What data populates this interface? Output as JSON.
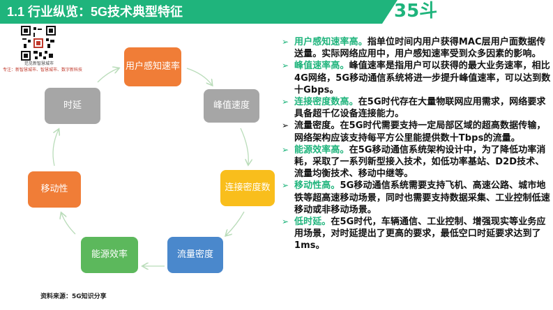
{
  "header": {
    "title": "1.1 行业纵览：5G技术典型特征",
    "logo_text": "35斗",
    "color": "#1fb47c"
  },
  "qr": {
    "caption": "范见新智慧城市",
    "tagline": "专注：新智慧城市、智慧城市、数字新科技"
  },
  "cycle": {
    "user_rate": "用户感知速率",
    "peak_rate": "峰值速度",
    "conn_density": "连接密度数",
    "flow_density": "流量密度",
    "energy": "能源效率",
    "mobility": "移动性",
    "latency": "时延"
  },
  "source": "资料来源：5G知识分享",
  "features": [
    {
      "title": "用户感知速率高。",
      "text": "指单位时间内用户获得MAC层用户面数据传送量。实际网络应用中，用户感知速率受到众多因素的影响。",
      "highlight": true
    },
    {
      "title": "峰值速率高。",
      "text": "峰值速率是指用户可以获得的最大业务速率，相比4G网络，5G移动通信系统将进一步提升峰值速率，可以达到数十Gbps。",
      "highlight": true
    },
    {
      "title": "连接密度数高。",
      "text": "在5G时代存在大量物联网应用需求，网络要求具备超千亿设备连接能力。",
      "highlight": true
    },
    {
      "title": "流量密度。",
      "text": "在5G时代需要支持一定局部区域的超高数据传输，网络架构应该支持每平方公里能提供数十Tbps的流量。",
      "highlight": false
    },
    {
      "title": "能源效率高。",
      "text": "在5G移动通信系统架构设计中，为了降低功率消耗，采取了一系列新型接入技术，如低功率基站、D2D技术、流量均衡技术、移动中继等。",
      "highlight": true
    },
    {
      "title": "移动性高。",
      "text": "5G移动通信系统需要支持飞机、高速公路、城市地铁等超高速移动场景，同时也需要支持数据采集、工业控制低速移动或非移动场景。",
      "highlight": true
    },
    {
      "title": "低时延。",
      "text": "在5G时代，车辆通信、工业控制、增强现实等业务应用场景，对时延提出了更高的要求，最低空口时延要求达到了1ms。",
      "highlight": true
    }
  ]
}
